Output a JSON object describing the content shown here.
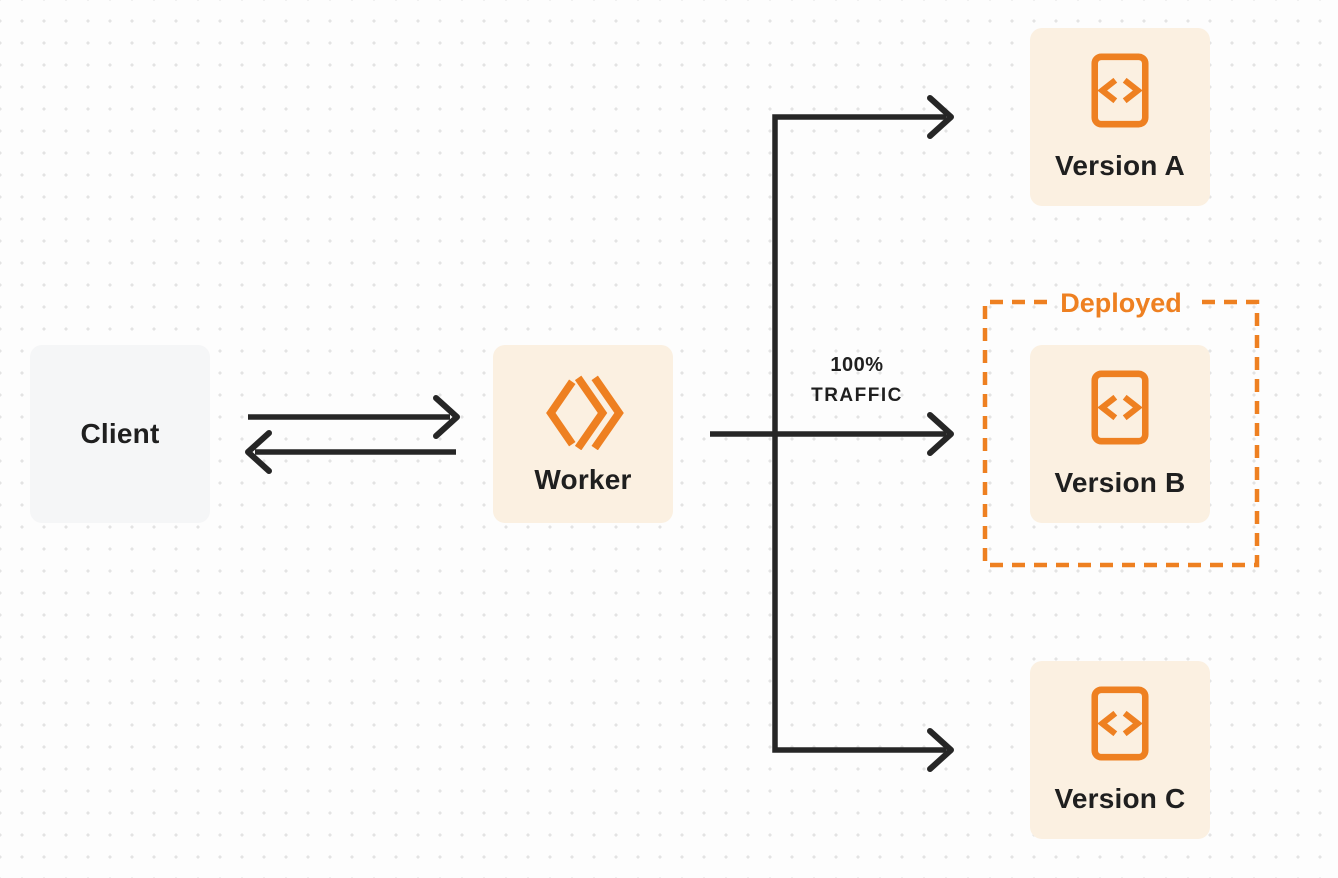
{
  "colors": {
    "accent": "#EE8021",
    "node_fill_cream": "#FBF0E1",
    "node_fill_gray": "#F5F6F7",
    "arrow": "#262626",
    "text": "#1F1F1F",
    "grid_dot": "#E3E3E3",
    "background": "#FDFDFD"
  },
  "diagram": {
    "client": {
      "label": "Client"
    },
    "worker": {
      "label": "Worker",
      "icon": "workers-logo-icon"
    },
    "versions": [
      {
        "label": "Version A",
        "icon": "code-file-icon"
      },
      {
        "label": "Version B",
        "icon": "code-file-icon"
      },
      {
        "label": "Version C",
        "icon": "code-file-icon"
      }
    ],
    "deployed": {
      "label": "Deployed"
    },
    "traffic": {
      "percent": "100%",
      "word": "TRAFFIC"
    }
  }
}
